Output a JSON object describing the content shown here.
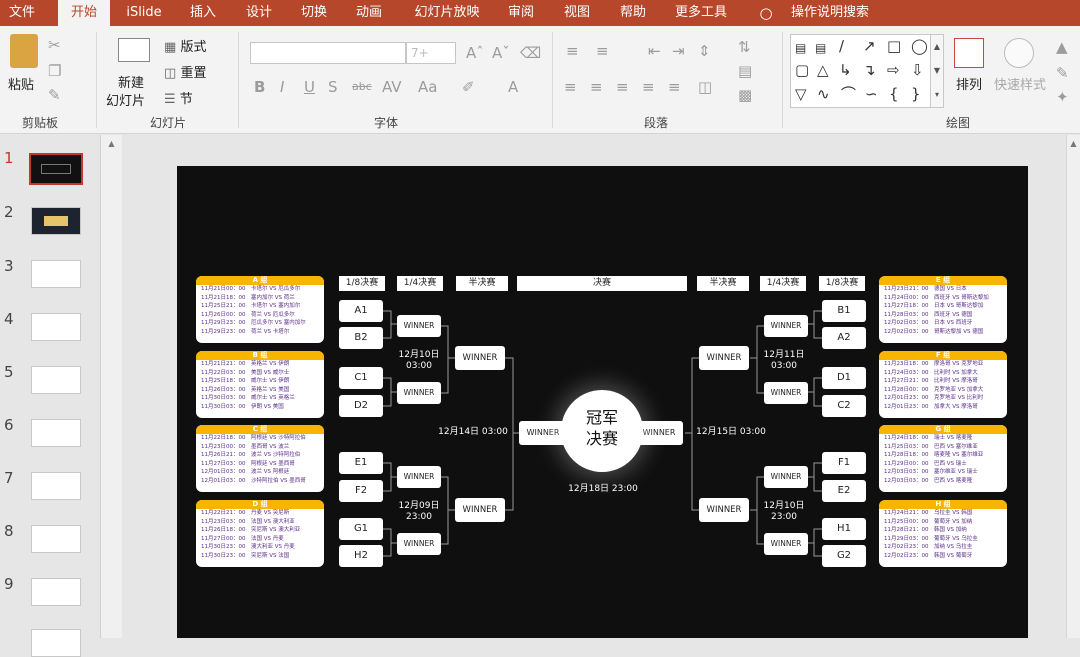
{
  "tabs": [
    "文件",
    "开始",
    "iSlide",
    "插入",
    "设计",
    "切换",
    "动画",
    "幻灯片放映",
    "审阅",
    "视图",
    "帮助",
    "更多工具",
    "操作说明搜索"
  ],
  "ribbon": {
    "clipboard": {
      "paste": "粘贴",
      "label": "剪贴板"
    },
    "slides": {
      "new_line1": "新建",
      "new_line2": "幻灯片",
      "layout": "版式",
      "reset": "重置",
      "section": "节",
      "label": "幻灯片"
    },
    "font": {
      "size": "7+",
      "label": "字体"
    },
    "paragraph": {
      "label": "段落"
    },
    "drawing": {
      "arrange": "排列",
      "quick_styles": "快速样式",
      "label": "绘图"
    }
  },
  "thumbnails": [
    "1",
    "2",
    "3",
    "4",
    "5",
    "6",
    "7",
    "8",
    "9"
  ],
  "slide": {
    "headers": {
      "r16": "1/8决赛",
      "qf": "1/4决赛",
      "sf": "半决赛",
      "final": "决赛"
    },
    "champion": {
      "line1": "冠军",
      "line2": "决赛"
    },
    "winner": "WINNER",
    "final_date": "12月18日 23:00",
    "sf_left_date": "12月14日 03:00",
    "sf_right_date": "12月15日 03:00",
    "qf_dates": {
      "tl": [
        "12月10日",
        "03:00"
      ],
      "bl": [
        "12月09日",
        "23:00"
      ],
      "tr": [
        "12月11日",
        "03:00"
      ],
      "br": [
        "12月10日",
        "23:00"
      ]
    },
    "teams_left": [
      "A1",
      "B2",
      "C1",
      "D2",
      "E1",
      "F2",
      "G1",
      "H2"
    ],
    "teams_right": [
      "B1",
      "A2",
      "D1",
      "C2",
      "F1",
      "E2",
      "H1",
      "G2"
    ],
    "groups_left": [
      {
        "name": "A 组",
        "rows": [
          "11月21日00：00　卡塔尔 VS 厄瓜多尔",
          "11月21日18：00　塞内加尔 VS 荷兰",
          "11月25日21：00　卡塔尔 VS 塞内加尔",
          "11月26日00：00　荷兰 VS 厄瓜多尔",
          "11月29日23：00　厄瓜多尔 VS 塞内加尔",
          "11月29日23：00　荷兰 VS 卡塔尔"
        ]
      },
      {
        "name": "B 组",
        "rows": [
          "11月21日21：00　英格兰 VS 伊朗",
          "11月22日03：00　美国 VS 威尔士",
          "11月25日18：00　威尔士 VS 伊朗",
          "11月26日03：00　英格兰 VS 美国",
          "11月30日03：00　威尔士 VS 英格兰",
          "11月30日03：00　伊朗 VS 美国"
        ]
      },
      {
        "name": "C 组",
        "rows": [
          "11月22日18：00　阿根廷 VS 沙特阿拉伯",
          "11月23日00：00　墨西哥 VS 波兰",
          "11月26日21：00　波兰 VS 沙特阿拉伯",
          "11月27日03：00　阿根廷 VS 墨西哥",
          "12月01日03：00　波兰 VS 阿根廷",
          "12月01日03：00　沙特阿拉伯 VS 墨西哥"
        ]
      },
      {
        "name": "D 组",
        "rows": [
          "11月22日21：00　丹麦 VS 突尼斯",
          "11月23日03：00　法国 VS 澳大利亚",
          "11月26日18：00　突尼斯 VS 澳大利亚",
          "11月27日00：00　法国 VS 丹麦",
          "11月30日23：00　澳大利亚 VS 丹麦",
          "11月30日23：00　突尼斯 VS 法国"
        ]
      }
    ],
    "groups_right": [
      {
        "name": "E 组",
        "rows": [
          "11月23日21：00　德国 VS 日本",
          "11月24日00：00　西班牙 VS 哥斯达黎加",
          "11月27日18：00　日本 VS 哥斯达黎加",
          "11月28日03：00　西班牙 VS 德国",
          "12月02日03：00　日本 VS 西班牙",
          "12月02日03：00　哥斯达黎加 VS 德国"
        ]
      },
      {
        "name": "F 组",
        "rows": [
          "11月23日18：00　摩洛哥 VS 克罗地亚",
          "11月24日03：00　比利时 VS 加拿大",
          "11月27日21：00　比利时 VS 摩洛哥",
          "11月28日00：00　克罗地亚 VS 加拿大",
          "12月01日23：00　克罗地亚 VS 比利时",
          "12月01日23：00　加拿大 VS 摩洛哥"
        ]
      },
      {
        "name": "G 组",
        "rows": [
          "11月24日18：00　瑞士 VS 喀麦隆",
          "11月25日03：00　巴西 VS 塞尔维亚",
          "11月28日18：00　喀麦隆 VS 塞尔维亚",
          "11月29日00：00　巴西 VS 瑞士",
          "12月03日03：00　塞尔维亚 VS 瑞士",
          "12月03日03：00　巴西 VS 喀麦隆"
        ]
      },
      {
        "name": "H 组",
        "rows": [
          "11月24日21：00　乌拉圭 VS 韩国",
          "11月25日00：00　葡萄牙 VS 加纳",
          "11月28日21：00　韩国 VS 加纳",
          "11月29日03：00　葡萄牙 VS 乌拉圭",
          "12月02日23：00　加纳 VS 乌拉圭",
          "12月02日23：00　韩国 VS 葡萄牙"
        ]
      }
    ]
  }
}
